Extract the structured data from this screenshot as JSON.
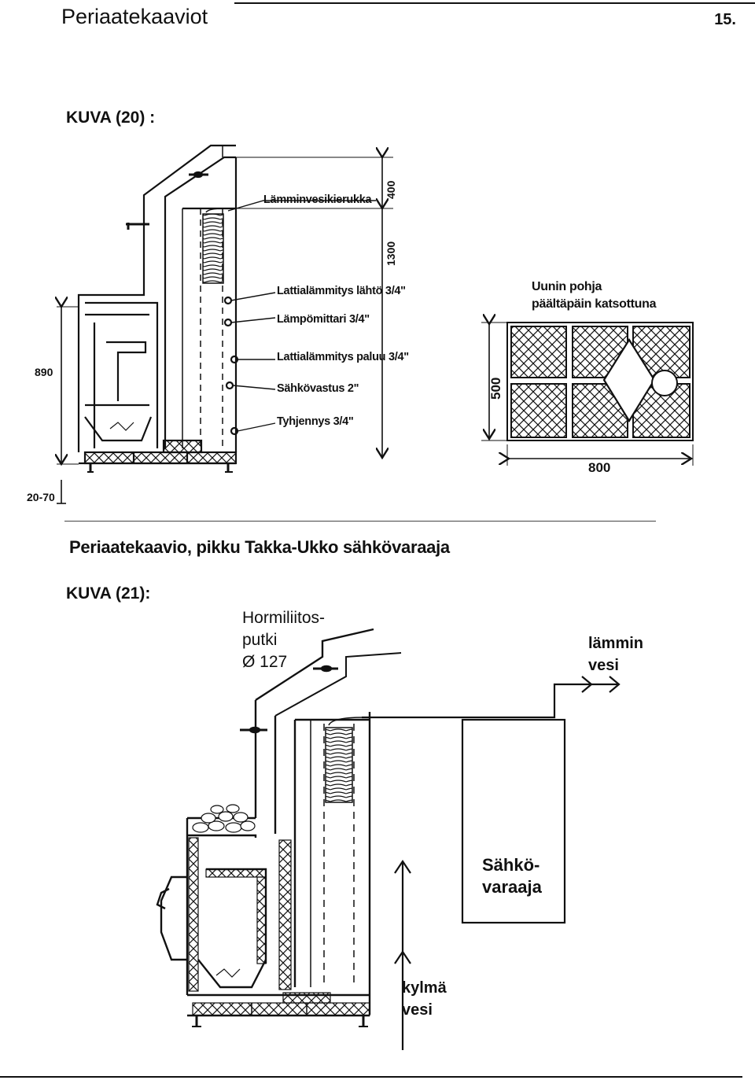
{
  "header": {
    "title": "Periaatekaaviot",
    "page_number": "15."
  },
  "figure20": {
    "label": "KUVA (20) :",
    "dims": {
      "top": "400",
      "mid": "1300",
      "height": "890",
      "legs": "20-70",
      "base_depth": "500",
      "base_width": "800"
    },
    "labels": {
      "coil": "Lämminvesikierukka",
      "floor_out": "Lattialämmitys lähtö 3/4\"",
      "thermometer": "Lämpömittari 3/4\"",
      "floor_return": "Lattialämmitys paluu 3/4\"",
      "heater": "Sähkövastus 2\"",
      "drain": "Tyhjennys 3/4\""
    },
    "plan_title_line1": "Uunin pohja",
    "plan_title_line2": "päältäpäin katsottuna"
  },
  "caption": "Periaatekaavio, pikku Takka-Ukko sähkövaraaja",
  "figure21": {
    "label": "KUVA (21):",
    "flue_line1": "Hormiliitos-",
    "flue_line2": "putki",
    "flue_line3": "Ø 127",
    "hot_line1": "lämmin",
    "hot_line2": "vesi",
    "cold_line1": "kylmä",
    "cold_line2": "vesi",
    "tank_line1": "Sähkö-",
    "tank_line2": "varaaja"
  }
}
